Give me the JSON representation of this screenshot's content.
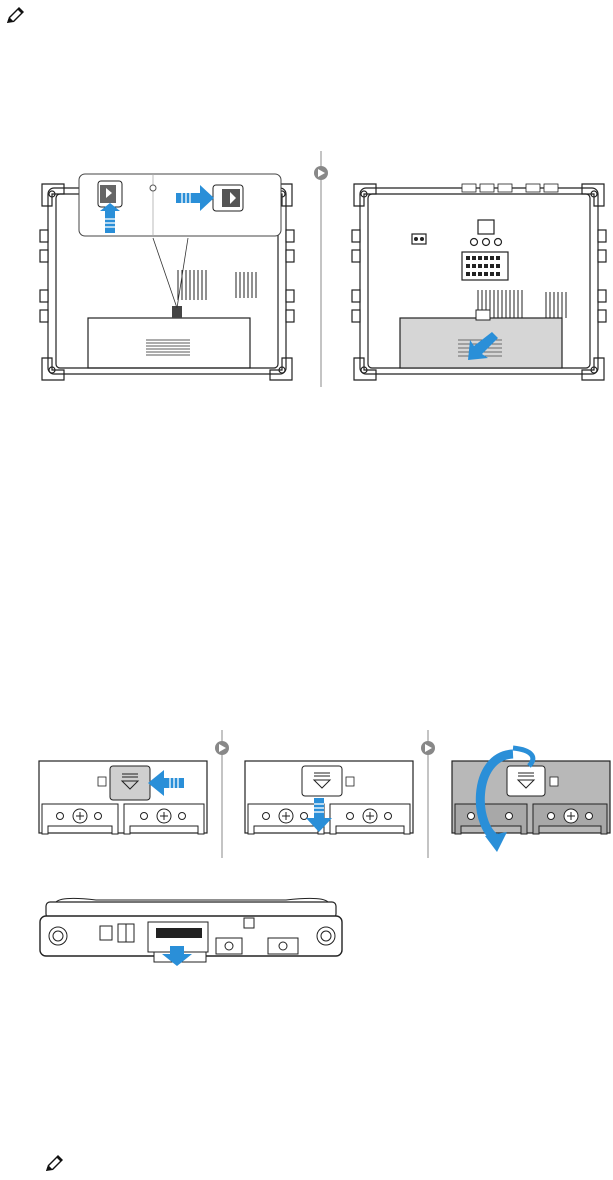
{
  "page": {
    "background": "#ffffff",
    "accent_blue": "#2a8fd8",
    "note_icons": [
      {
        "icon": "note-pencil-icon"
      },
      {
        "icon": "note-pencil-icon"
      }
    ]
  },
  "figures": [
    {
      "id": "tablet-back-battery-release",
      "steps": 2,
      "arrow_icon": "step-arrow-icon"
    },
    {
      "id": "drive-door-release",
      "steps": 3,
      "arrow_icon": "step-arrow-icon"
    },
    {
      "id": "drive-removal",
      "steps": 1
    }
  ]
}
